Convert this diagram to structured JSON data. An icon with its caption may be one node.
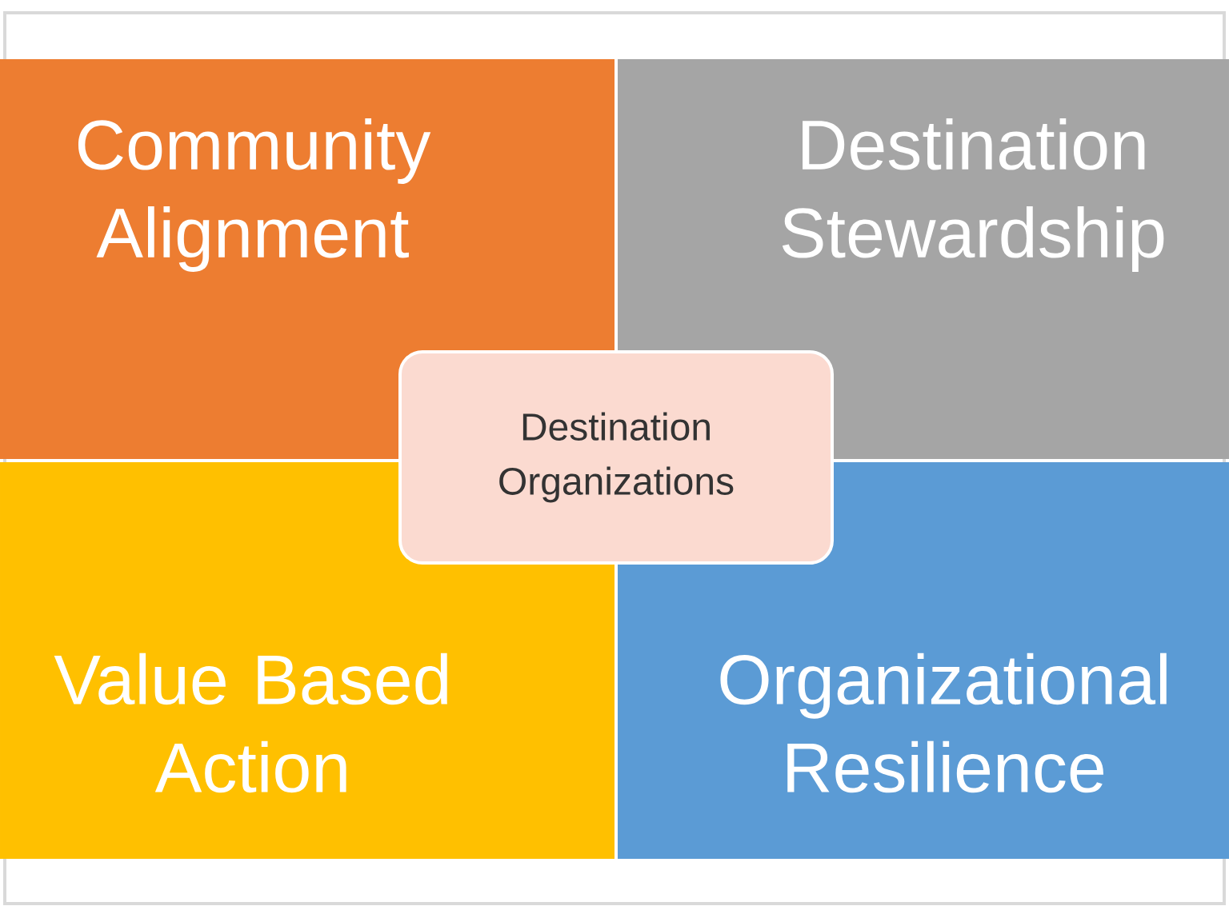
{
  "diagram": {
    "nodes": [
      {
        "text": [
          "Community Alignment"
        ]
      },
      {
        "text": [
          "Destination Stewardship"
        ]
      },
      {
        "text": [
          "Value Based Action"
        ]
      },
      {
        "text": [
          "Organizational Resilience"
        ]
      },
      {
        "text": [
          "Destination Organizations"
        ]
      }
    ]
  }
}
